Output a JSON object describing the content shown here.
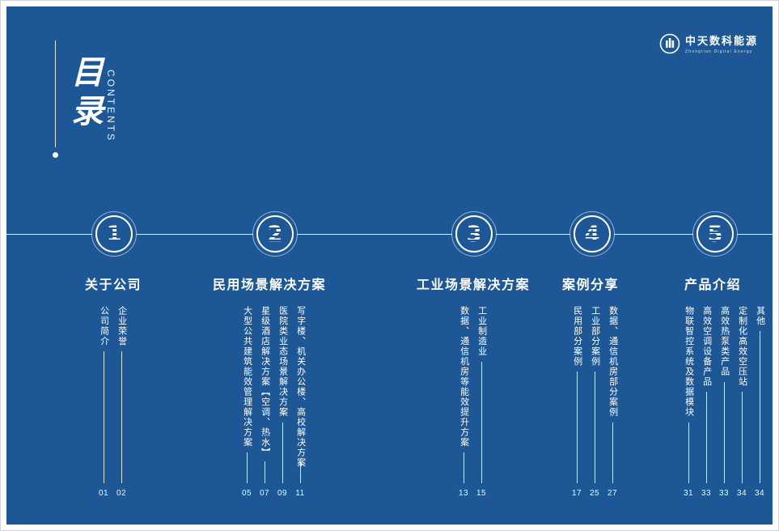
{
  "header": {
    "title": "目录",
    "subtitle": "CONTENTS"
  },
  "logo": {
    "name": "中天数科能源",
    "subtitle": "Zhongtian Digital Energy"
  },
  "colors": {
    "background": "#1d5796",
    "foreground": "#ffffff"
  },
  "sections": [
    {
      "num": "1",
      "title": "关于公司",
      "items": [
        {
          "label": "公司简介",
          "page": "01"
        },
        {
          "label": "企业荣誉",
          "page": "02"
        }
      ]
    },
    {
      "num": "2",
      "title": "民用场景解决方案",
      "items": [
        {
          "label": "大型公共建筑能效管理解决方案",
          "page": "05"
        },
        {
          "label": "星级酒店解决方案【空调、热水】",
          "page": "07"
        },
        {
          "label": "医院类业态场景解决方案",
          "page": "09"
        },
        {
          "label": "写字楼、机关办公楼、高校解决方案",
          "page": "11"
        }
      ]
    },
    {
      "num": "3",
      "title": "工业场景解决方案",
      "items": [
        {
          "label": "数据、通信机房等能效提升方案",
          "page": "13"
        },
        {
          "label": "工业制造业",
          "page": "15"
        }
      ]
    },
    {
      "num": "4",
      "title": "案例分享",
      "items": [
        {
          "label": "民用部分案例",
          "page": "17"
        },
        {
          "label": "工业部分案例",
          "page": "25"
        },
        {
          "label": "数据、通信机房部分案例",
          "page": "27"
        }
      ]
    },
    {
      "num": "5",
      "title": "产品介绍",
      "items": [
        {
          "label": "物联智控系统及数据模块",
          "page": "31"
        },
        {
          "label": "高效空调设备产品",
          "page": "33"
        },
        {
          "label": "高效热泵类产品",
          "page": "33"
        },
        {
          "label": "定制化高效空压站",
          "page": "34"
        },
        {
          "label": "其他",
          "page": "34"
        }
      ]
    }
  ]
}
